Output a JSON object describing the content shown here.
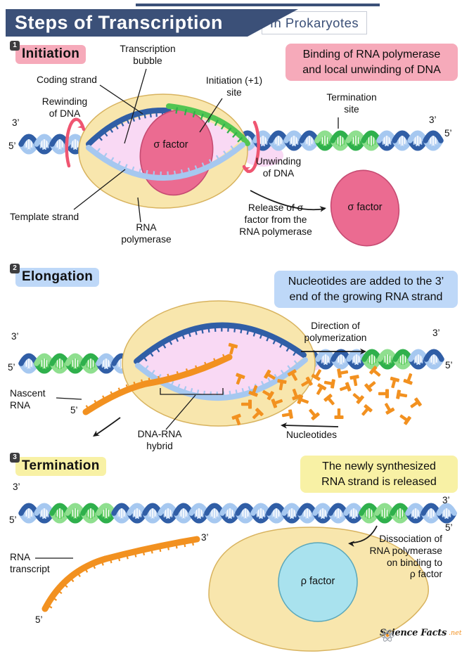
{
  "header": {
    "title": "Steps of Transcription",
    "subtitle": "In Prokaryotes"
  },
  "palette": {
    "navy": "#3b5078",
    "pink": "#f6aaba",
    "blue": "#bed8f8",
    "yellow": "#f8f1a5",
    "dna_dark": "#305ea6",
    "dna_light": "#a6c8f0",
    "dna_tick": "#c3d9f5",
    "green_dark": "#2fb04c",
    "green_light": "#8fdf8f",
    "green_tick": "#63cf63",
    "green_strand": "#52c552",
    "polymerase": "#f8e6ad",
    "polymerase_edge": "#d8b35f",
    "bubble_pink": "#f9d9f4",
    "sigma": "#eb6b91",
    "sigma_edge": "#c64b72",
    "orange": "#f29120",
    "red": "#ef5571",
    "cyan": "#a9e2ee",
    "cyan_edge": "#5aa7ba",
    "badge": "#3d3d3f",
    "ink": "#1a1a1a"
  },
  "sections": [
    {
      "number": "1",
      "title": "Initiation",
      "note": "Binding of RNA polymerase\nand local unwinding of DNA",
      "labels": {
        "transcription_bubble": "Transcription\nbubble",
        "coding_strand": "Coding strand",
        "rewinding": "Rewinding\nof DNA",
        "initiation_site": "Initiation (+1)\nsite",
        "termination_site": "Termination\nsite",
        "unwinding": "Unwinding\nof DNA",
        "template_strand": "Template strand",
        "rna_polymerase": "RNA\npolymerase",
        "sigma_factor": "σ factor",
        "release": "Release of σ\nfactor from the\nRNA polymerase",
        "sigma_factor_free": "σ factor",
        "prime3_left": "3’",
        "prime5_left": "5’",
        "prime3_right": "3’",
        "prime5_right": "5’"
      }
    },
    {
      "number": "2",
      "title": "Elongation",
      "note": "Nucleotides are added to the 3’\nend of the growing RNA strand",
      "labels": {
        "direction": "Direction of\npolymerization",
        "nascent_rna": "Nascent\nRNA",
        "dna_rna_hybrid": "DNA-RNA\nhybrid",
        "nucleotides": "Nucleotides",
        "prime3_left": "3’",
        "prime5_left": "5’",
        "prime3_right": "3’",
        "prime5_right": "5’",
        "prime5_rna": "5’"
      }
    },
    {
      "number": "3",
      "title": "Termination",
      "note": "The newly synthesized\nRNA strand is released",
      "labels": {
        "dissociation": "Dissociation of\nRNA polymerase\non binding to\nρ factor",
        "rna_transcript": "RNA\ntranscript",
        "rho_factor": "ρ factor",
        "prime3_left": "3’",
        "prime5_left": "5’",
        "prime3_right": "3’",
        "prime5_right": "5’",
        "prime3_rna": "3’",
        "prime5_rna": "5’"
      }
    }
  ],
  "footer": {
    "brand": "Science Facts",
    "suffix": ".net"
  }
}
